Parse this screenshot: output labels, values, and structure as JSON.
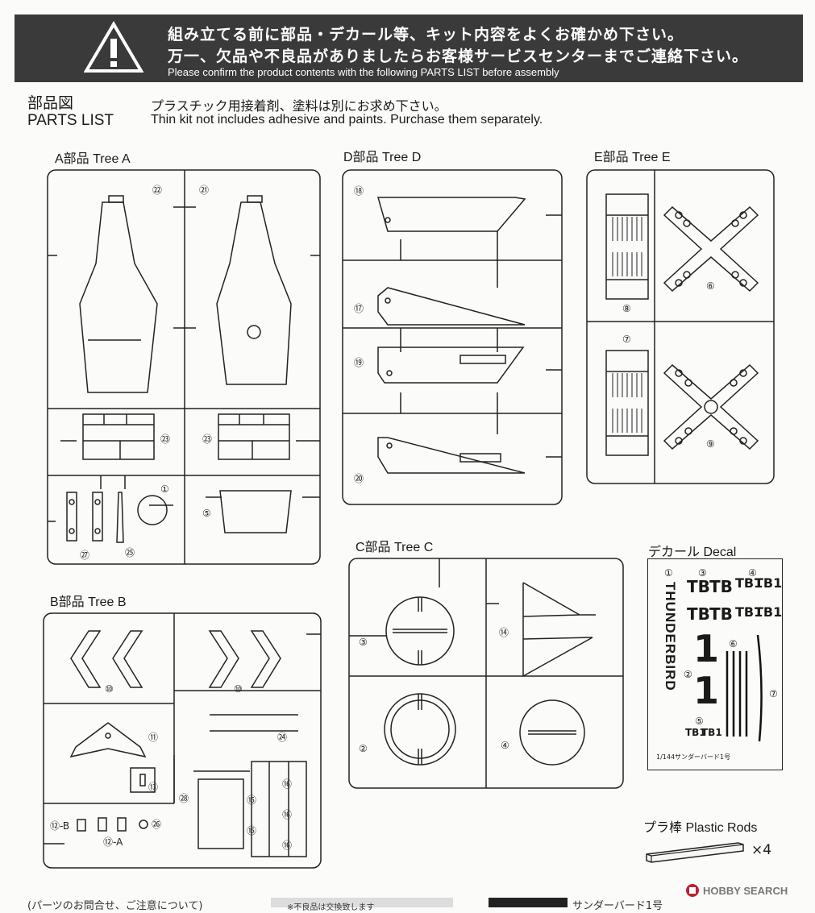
{
  "banner": {
    "line1": "組み立てる前に部品・デカール等、キット内容をよくお確かめ下さい。",
    "line2": "万一、欠品や不良品がありましたらお客様サービスセンターまでご連絡下さい。",
    "line3": "Please confirm the product contents with the following PARTS LIST before assembly"
  },
  "parts_list": {
    "title_jp": "部品図",
    "title_en": "PARTS LIST",
    "note_jp": "プラスチック用接着剤、塗料は別にお求め下さい。",
    "note_en": "Thin kit not includes adhesive and paints. Purchase them separately."
  },
  "trees": {
    "a": "A部品 Tree A",
    "b": "B部品 Tree B",
    "c": "C部品 Tree C",
    "d": "D部品 Tree D",
    "e": "E部品 Tree E"
  },
  "tree_a_numbers": [
    "㉒",
    "㉑",
    "㉓",
    "㉓",
    "①",
    "⑤",
    "㉗",
    "㉕"
  ],
  "tree_b_numbers": [
    "⑩",
    "⑩",
    "⑪",
    "㉔",
    "⑬",
    "㉘",
    "⑮",
    "⑮",
    "⑯",
    "⑯",
    "⑯",
    "⑫-B",
    "⑫-A",
    "㉖"
  ],
  "tree_c_numbers": [
    "③",
    "⑭",
    "②",
    "④"
  ],
  "tree_d_numbers": [
    "⑱",
    "⑰",
    "⑲",
    "⑳"
  ],
  "tree_e_numbers": [
    "⑧",
    "⑦",
    "⑥",
    "⑨"
  ],
  "decal": {
    "label": "デカール Decal",
    "thunderbird": "THUNDERBIRD",
    "tb": "TB",
    "tb1": "TB1",
    "one": "1",
    "caption": "1/144サンダーバード1号",
    "nums": [
      "①",
      "③",
      "④",
      "②",
      "⑤",
      "⑥",
      "⑦"
    ]
  },
  "rods": {
    "label": "プラ棒 Plastic Rods",
    "qty": "×4"
  },
  "footer": {
    "left": "(パーツのお問合せ、ご注意について)",
    "mid": "※不良品は交換致します",
    "right": "サンダーバード1号"
  },
  "watermark": "HOBBY SEARCH"
}
